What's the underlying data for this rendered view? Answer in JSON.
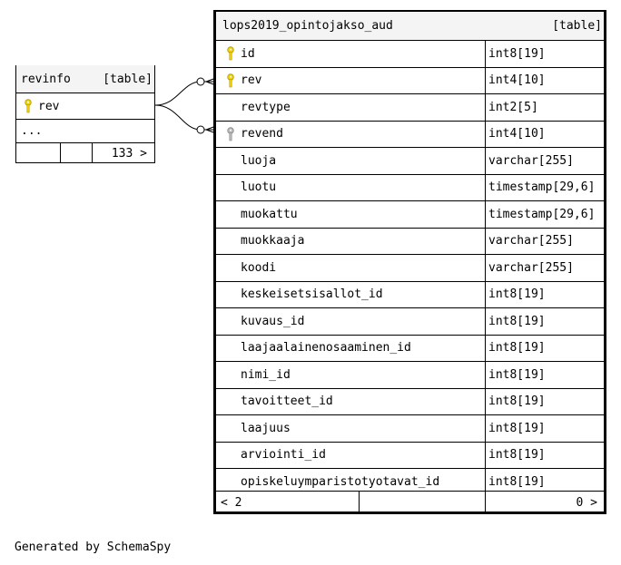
{
  "main_table": {
    "name": "lops2019_opintojakso_aud",
    "kind": "[table]",
    "columns": [
      {
        "name": "id",
        "type": "int8[19]",
        "key": "primary"
      },
      {
        "name": "rev",
        "type": "int4[10]",
        "key": "primary"
      },
      {
        "name": "revtype",
        "type": "int2[5]",
        "key": ""
      },
      {
        "name": "revend",
        "type": "int4[10]",
        "key": "foreign"
      },
      {
        "name": "luoja",
        "type": "varchar[255]",
        "key": ""
      },
      {
        "name": "luotu",
        "type": "timestamp[29,6]",
        "key": ""
      },
      {
        "name": "muokattu",
        "type": "timestamp[29,6]",
        "key": ""
      },
      {
        "name": "muokkaaja",
        "type": "varchar[255]",
        "key": ""
      },
      {
        "name": "koodi",
        "type": "varchar[255]",
        "key": ""
      },
      {
        "name": "keskeisetsisallot_id",
        "type": "int8[19]",
        "key": ""
      },
      {
        "name": "kuvaus_id",
        "type": "int8[19]",
        "key": ""
      },
      {
        "name": "laajaalainenosaaminen_id",
        "type": "int8[19]",
        "key": ""
      },
      {
        "name": "nimi_id",
        "type": "int8[19]",
        "key": ""
      },
      {
        "name": "tavoitteet_id",
        "type": "int8[19]",
        "key": ""
      },
      {
        "name": "laajuus",
        "type": "int8[19]",
        "key": ""
      },
      {
        "name": "arviointi_id",
        "type": "int8[19]",
        "key": ""
      },
      {
        "name": "opiskeluymparistotyotavat_id",
        "type": "int8[19]",
        "key": ""
      }
    ],
    "footer_left": "< 2",
    "footer_right": "0 >"
  },
  "revinfo_table": {
    "name": "revinfo",
    "kind": "[table]",
    "columns": [
      {
        "name": "rev",
        "key": "primary"
      }
    ],
    "ellipsis": "...",
    "footer_right": "133 >"
  },
  "footer_text": "Generated by SchemaSpy",
  "colors": {
    "primary_key": "#f2d200",
    "foreign_key": "#b8b8b8",
    "header_bg": "#f4f4f4"
  }
}
